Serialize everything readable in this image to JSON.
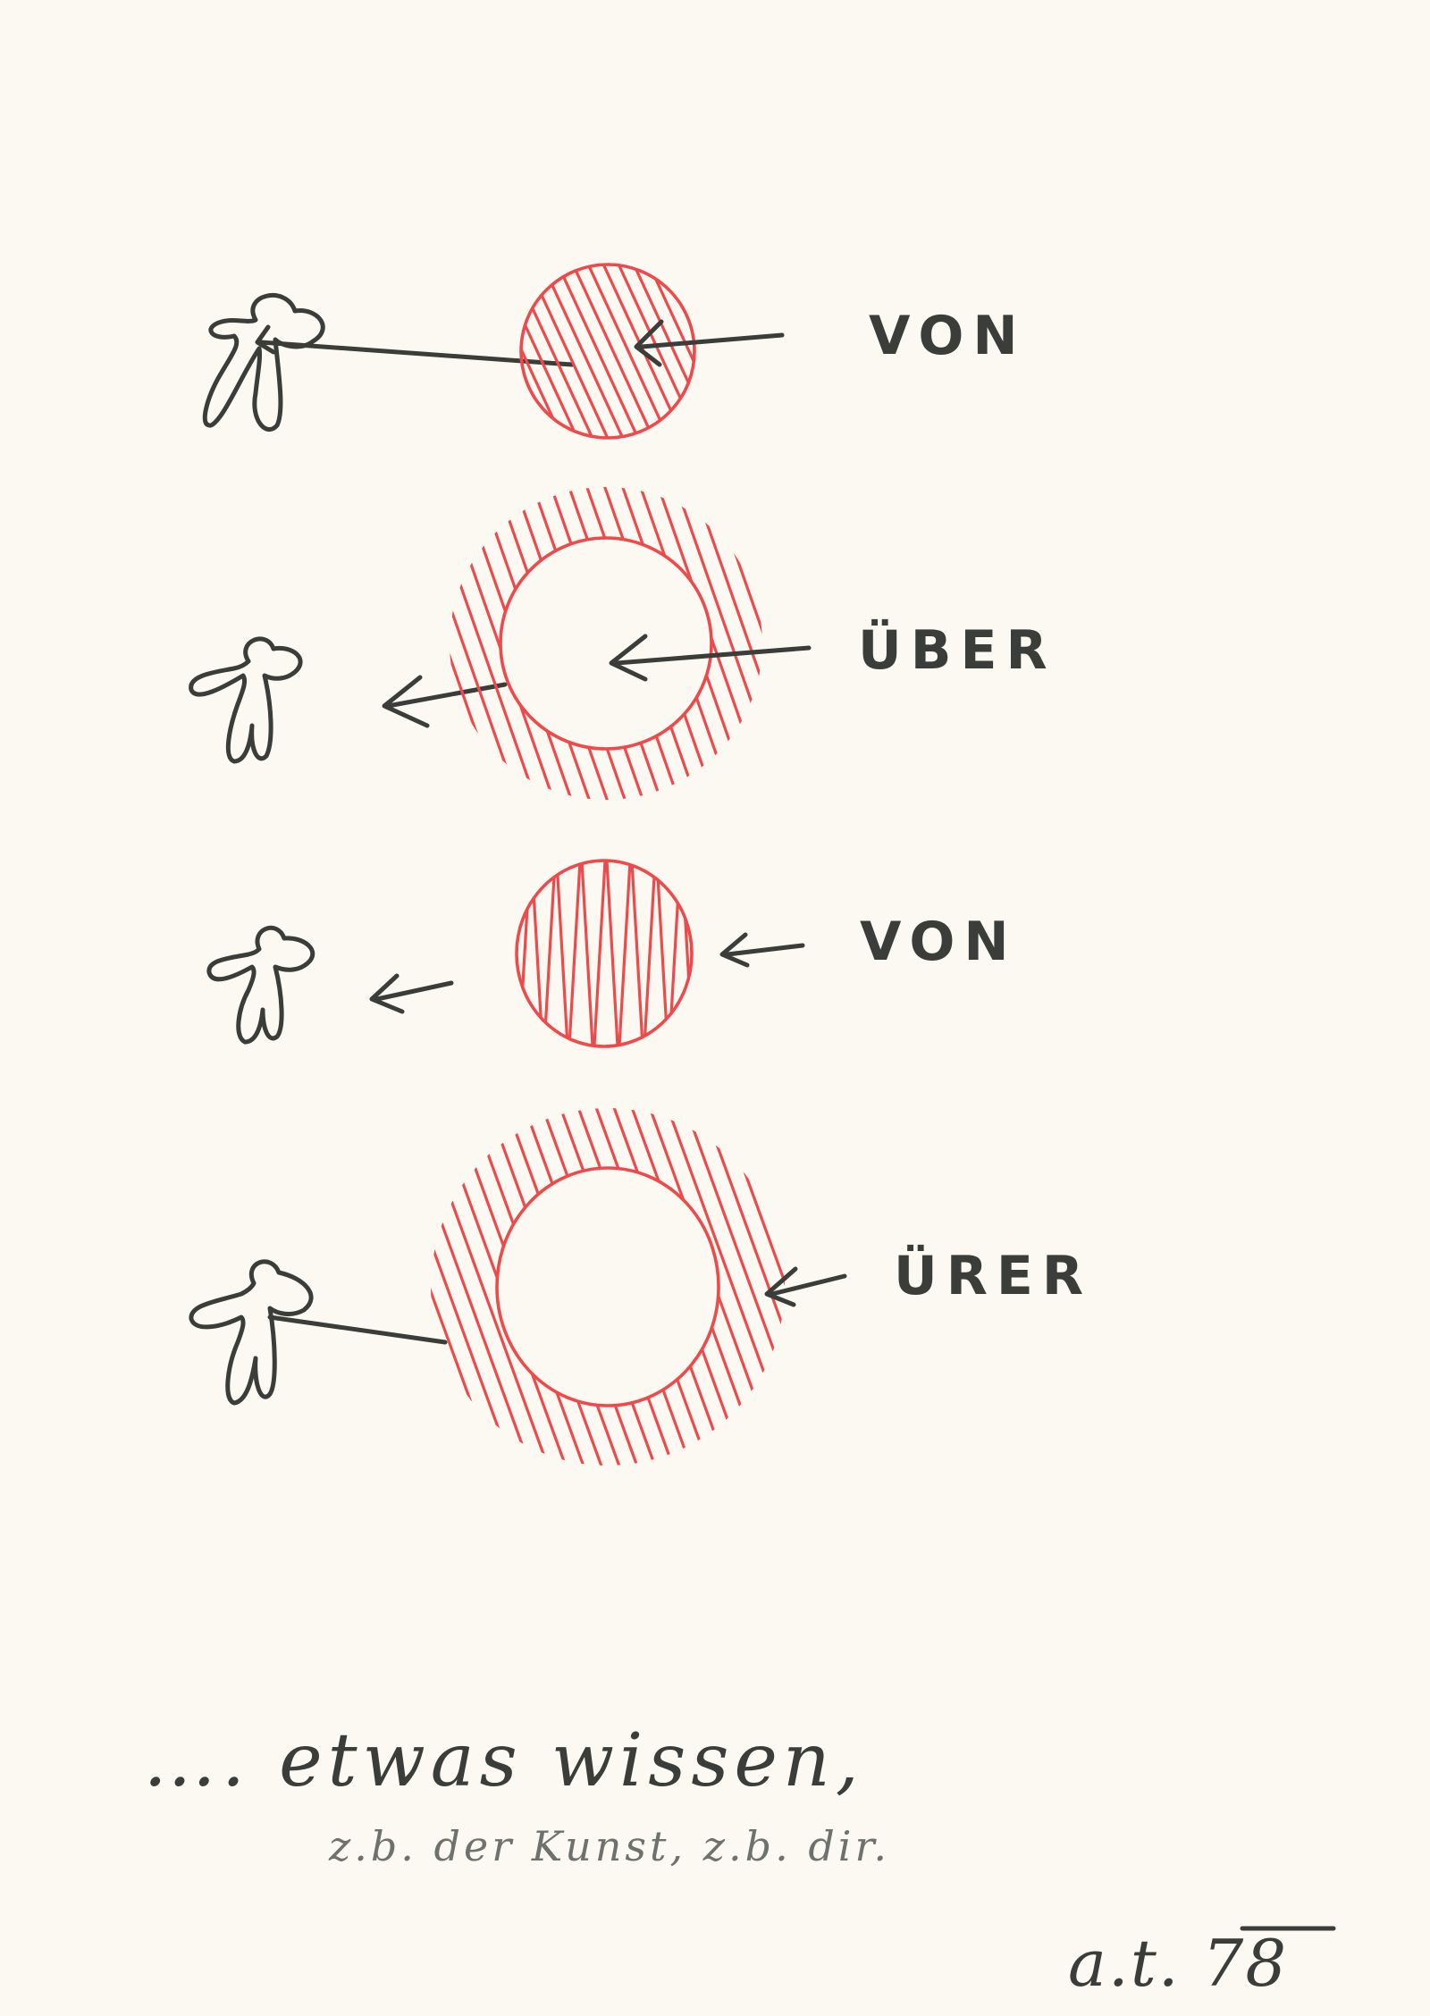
{
  "labels": {
    "row1": "VON",
    "row2": "ÜBER",
    "row3": "VON",
    "row4": "ÜRER"
  },
  "caption": {
    "main": "…. etwas wissen,",
    "sub": "z.b. der Kunst, z.b. dir."
  },
  "signature": "a.t. 78",
  "colors": {
    "paper": "#fbf9f1",
    "graphite": "#3a3d39",
    "red_pencil": "#ee4a4c"
  }
}
